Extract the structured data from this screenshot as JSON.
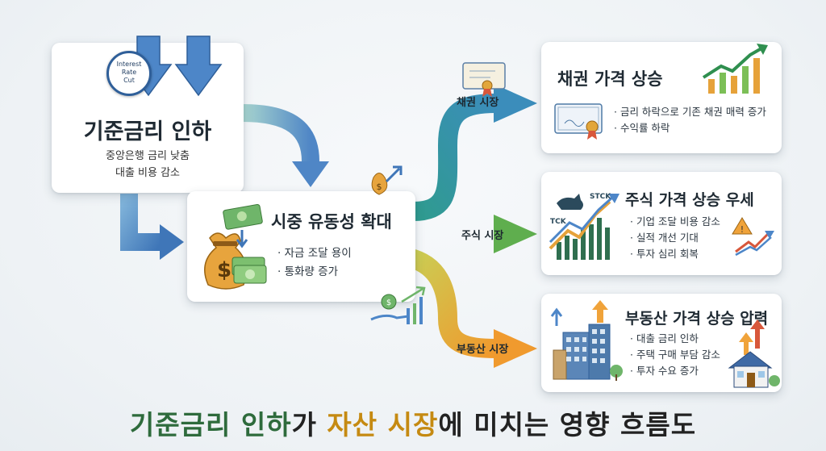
{
  "source_card": {
    "badge_line1": "Interest",
    "badge_line2": "Rate",
    "badge_line3": "Cut",
    "title": "기준금리 인하",
    "line1": "중앙은행 금리 낮춤",
    "line2": "대출 비용 감소"
  },
  "center_card": {
    "title": "시중 유동성 확대",
    "bullets": [
      "자금 조달 용이",
      "통화량 증가"
    ]
  },
  "flow_labels": {
    "bond": "채권 시장",
    "stock": "주식 시장",
    "realestate": "부동산 시장"
  },
  "bond_card": {
    "title": "채권 가격 상승",
    "bullets": [
      "금리 하락으로 기존 채권 매력 증가",
      "수익률 하락"
    ]
  },
  "stock_card": {
    "title": "주식 가격 상승 우세",
    "bullets": [
      "기업 조달 비용 감소",
      "실적 개선 기대",
      "투자 심리 회복"
    ],
    "icon_label_top": "STCK",
    "icon_label_left": "TCK"
  },
  "realestate_card": {
    "title": "부동산 가격 상승 압력",
    "bullets": [
      "대출 금리 인하",
      "주택 구매 부담 감소",
      "투자 수요 증가"
    ]
  },
  "bottom_title": {
    "part1": "기준금리 인하",
    "part2": "가 ",
    "part3": "자산 시장",
    "part4": "에 미치는 영향 흐름도"
  },
  "colors": {
    "blue_arrow": "#4f86c6",
    "teal_arrow": "#3fa7a0",
    "green_arrow": "#7cbf57",
    "orange_arrow": "#f0a33a"
  }
}
